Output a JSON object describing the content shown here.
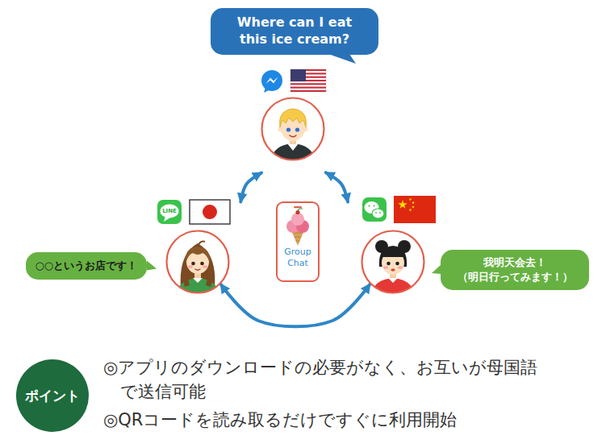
{
  "diagram": {
    "nodes": [
      {
        "text": [
          "Where can I eat this ice cream?"
        ]
      },
      {
        "text": [
          "○○というお店です！"
        ]
      },
      {
        "text": [
          "Group Chat"
        ]
      },
      {
        "text": [
          "我明天会去！ （明日行ってみます！）"
        ]
      },
      {
        "text": [
          "ポイント"
        ]
      }
    ],
    "edges": [
      {
        "from": 0,
        "to": 1,
        "arrow": "both"
      },
      {
        "from": 0,
        "to": 3,
        "arrow": "both"
      },
      {
        "from": 1,
        "to": 3,
        "arrow": "both"
      }
    ],
    "labels": [
      "LINE",
      "◎アプリのダウンロードの必要がなく、お互いが母国語で送信可能",
      "◎QRコードを読み取るだけですぐに利用開始"
    ]
  }
}
